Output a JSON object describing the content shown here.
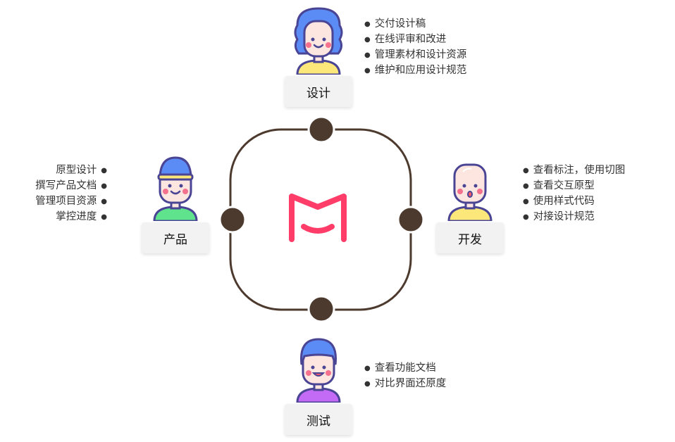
{
  "logo_color": "#ff3d68",
  "frame_color": "#4d3a2e",
  "roles": [
    {
      "name": "设计",
      "items": [
        "交付设计稿",
        "在线评审和改进",
        "管理素材和设计资源",
        "维护和应用设计规范"
      ],
      "hair": "#5b8cf5",
      "shirt": "#fce77a"
    },
    {
      "name": "产品",
      "items": [
        "原型设计",
        "撰写产品文档",
        "管理项目资源",
        "掌控进度"
      ],
      "hair": "#5b8cf5",
      "shirt": "#5fe38d"
    },
    {
      "name": "开发",
      "items": [
        "查看标注，使用切图",
        "查看交互原型",
        "使用样式代码",
        "对接设计规范"
      ],
      "hair": "none",
      "shirt": "#fce77a"
    },
    {
      "name": "测试",
      "items": [
        "查看功能文档",
        "对比界面还原度"
      ],
      "hair": "#5b8cf5",
      "shirt": "#c46bf5"
    }
  ]
}
